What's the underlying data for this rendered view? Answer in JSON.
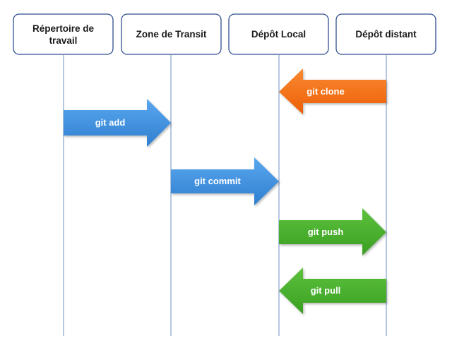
{
  "diagram": {
    "columns": [
      {
        "id": "working-dir",
        "label_lines": [
          "Répertoire de",
          "travail"
        ]
      },
      {
        "id": "staging",
        "label_lines": [
          "Zone de Transit"
        ]
      },
      {
        "id": "local-repo",
        "label_lines": [
          "Dépôt Local"
        ]
      },
      {
        "id": "remote-repo",
        "label_lines": [
          "Dépôt distant"
        ]
      }
    ],
    "arrows": [
      {
        "id": "git-clone",
        "label": "git clone",
        "from": "remote-repo",
        "to": "local-repo",
        "color": "#F26A0F"
      },
      {
        "id": "git-add",
        "label": "git add",
        "from": "working-dir",
        "to": "staging",
        "color": "#3A8EDB"
      },
      {
        "id": "git-commit",
        "label": "git commit",
        "from": "staging",
        "to": "local-repo",
        "color": "#3A8EDB"
      },
      {
        "id": "git-push",
        "label": "git push",
        "from": "local-repo",
        "to": "remote-repo",
        "color": "#47AE2C"
      },
      {
        "id": "git-pull",
        "label": "git pull",
        "from": "remote-repo",
        "to": "local-repo",
        "color": "#47AE2C"
      }
    ],
    "colors": {
      "box_border": "#2F4F8F",
      "lifeline": "#6C8FC7",
      "blue": "#3A8EDB",
      "orange": "#F26A0F",
      "green": "#47AE2C"
    }
  }
}
